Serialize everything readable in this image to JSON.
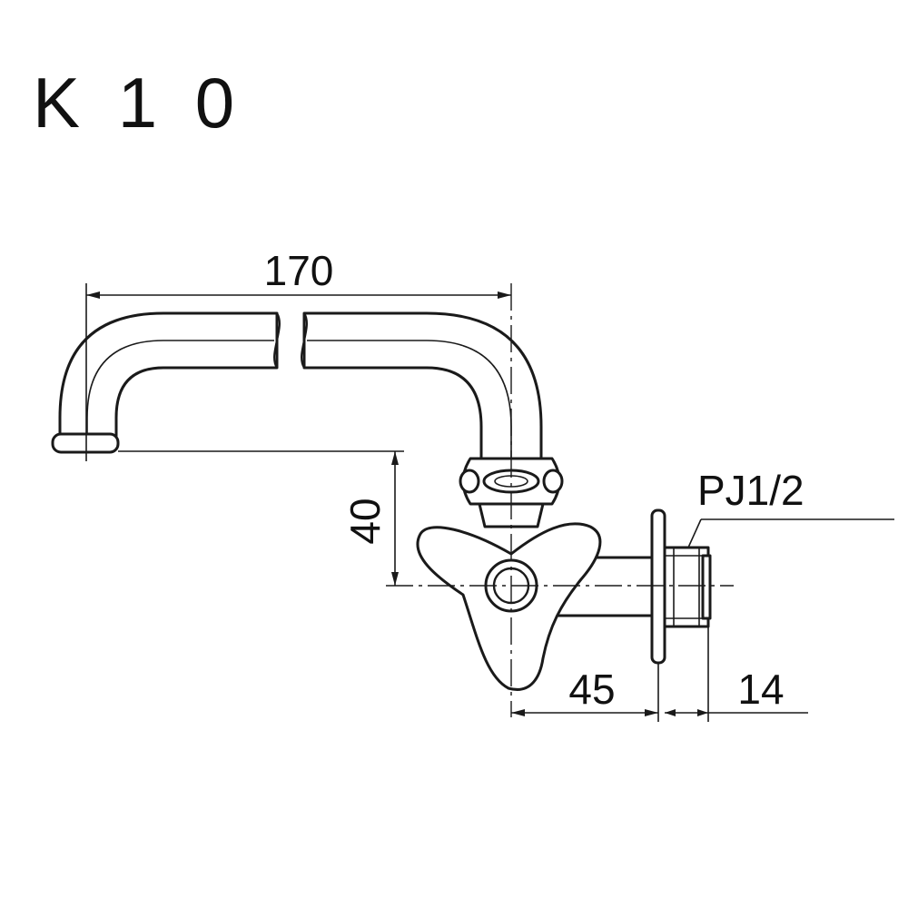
{
  "model": "K 1 0",
  "dimensions": {
    "spout_length": "170",
    "height": "40",
    "body_to_flange": "45",
    "thread_length": "14"
  },
  "thread_spec": "PJ1/2"
}
